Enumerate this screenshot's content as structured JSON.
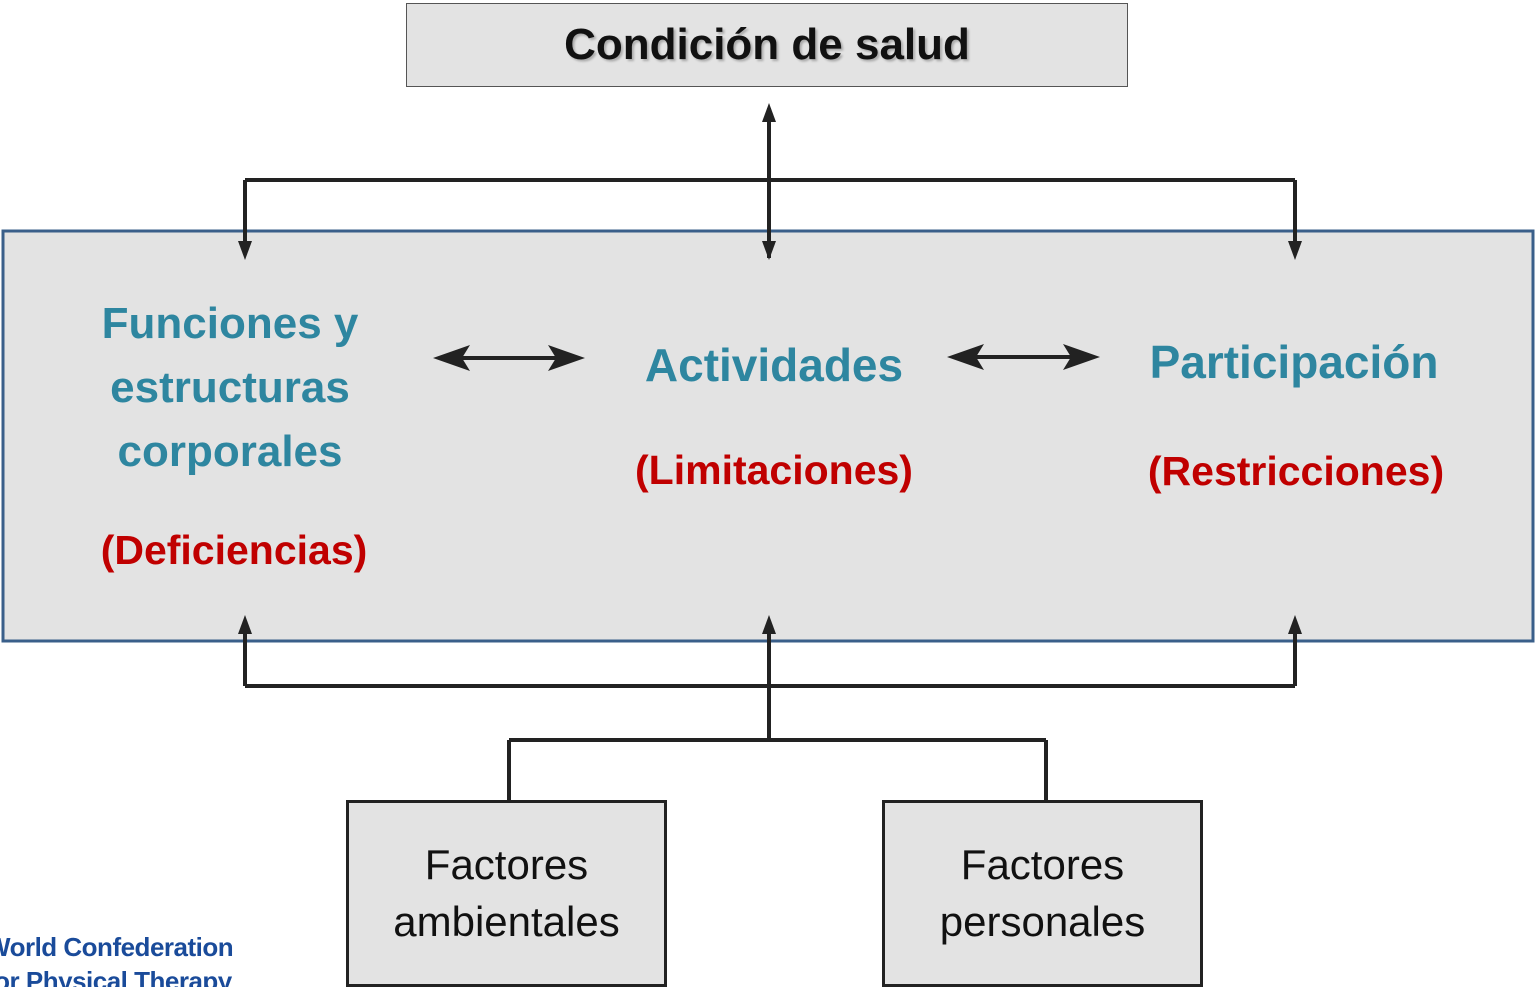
{
  "header": {
    "title": "Condición de salud"
  },
  "components": {
    "body": {
      "line1": "Funciones y",
      "line2": "estructuras",
      "line3": "corporales",
      "sub": "(Deficiencias)"
    },
    "activities": {
      "title": "Actividades",
      "sub": "(Limitaciones)"
    },
    "participation": {
      "title": "Participación",
      "sub": "(Restricciones)"
    }
  },
  "context": {
    "environmental": {
      "line1": "Factores",
      "line2": "ambientales"
    },
    "personal": {
      "line1": "Factores",
      "line2": "personales"
    }
  },
  "logo": {
    "line1": "World Confederation",
    "line2": "for Physical Therapy"
  },
  "colors": {
    "heading": "#2e86a0",
    "qualifier": "#c00000",
    "panel": "#e3e3e3",
    "panel_border": "#3a5f8a",
    "arrow": "#222222"
  }
}
